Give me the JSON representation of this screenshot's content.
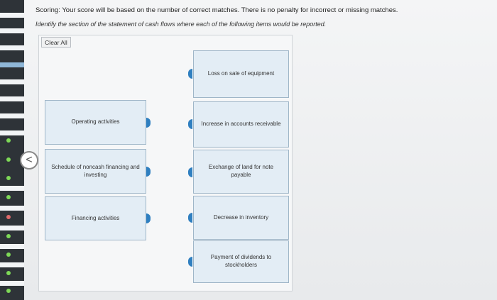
{
  "header": {
    "scoring": "Scoring: Your score will be based on the number of correct matches. There is no penalty for incorrect or missing matches.",
    "instruction": "Identify the section of the statement of cash flows where each of the following items would be reported."
  },
  "toolbar": {
    "clear_label": "Clear All"
  },
  "nav": {
    "back_glyph": "<"
  },
  "categories": [
    {
      "label": "Operating activities"
    },
    {
      "label": "Schedule of noncash financing and investing"
    },
    {
      "label": "Financing activities"
    }
  ],
  "items": [
    {
      "label": "Loss on sale of equipment"
    },
    {
      "label": "Increase in accounts receivable"
    },
    {
      "label": "Exchange of land for note payable"
    },
    {
      "label": "Decrease in inventory"
    },
    {
      "label": "Payment of dividends to stockholders"
    }
  ],
  "colors": {
    "handle": "#2f7fc0",
    "card": "#e3edf5",
    "sidebar": "#2e3338"
  }
}
